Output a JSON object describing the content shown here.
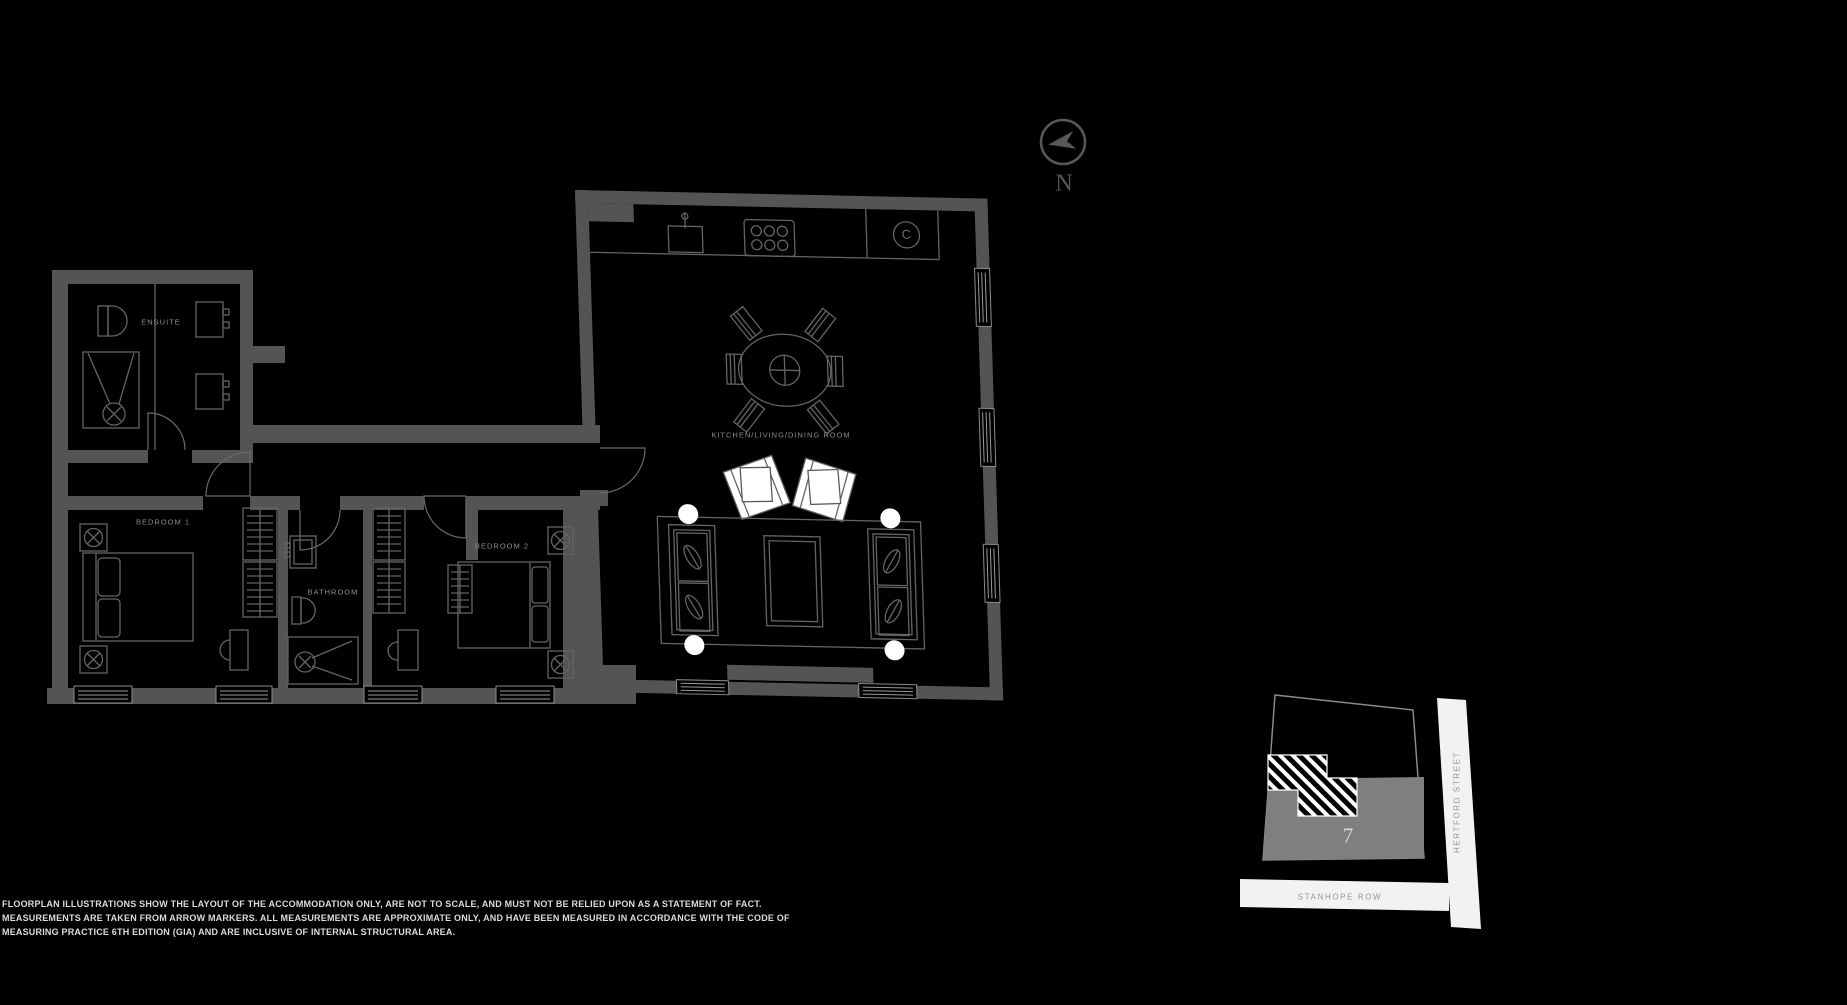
{
  "floorplan": {
    "rooms": {
      "ensuite": "ENSUITE",
      "bedroom1": "BEDROOM 1",
      "bathroom": "BATHROOM",
      "bedroom2": "BEDROOM 2",
      "kitchen_living_dining": "KITCHEN/LIVING/DINING ROOM"
    },
    "appliance_symbol": "C"
  },
  "compass": {
    "label": "N"
  },
  "site_plan": {
    "building_number": "7",
    "street_vertical": "HERTFORD STREET",
    "street_horizontal": "STANHOPE ROW"
  },
  "disclaimer": {
    "lines": [
      "FLOORPLAN ILLUSTRATIONS SHOW THE LAYOUT OF THE ACCOMMODATION ONLY, ARE NOT TO SCALE, AND MUST NOT BE RELIED UPON AS A STATEMENT OF FACT.",
      "MEASUREMENTS ARE TAKEN FROM ARROW MARKERS. ALL MEASUREMENTS ARE APPROXIMATE ONLY, AND HAVE BEEN MEASURED IN ACCORDANCE WITH THE CODE OF",
      "MEASURING PRACTICE 6TH EDITION (GIA) AND ARE INCLUSIVE OF INTERNAL STRUCTURAL AREA."
    ]
  },
  "colors": {
    "background": "#000000",
    "walls": "#545454",
    "labels": "#8c8c8c",
    "site_building_gray": "#7f7f7f",
    "street": "#f2f2f2",
    "accent_white": "#ffffff"
  }
}
